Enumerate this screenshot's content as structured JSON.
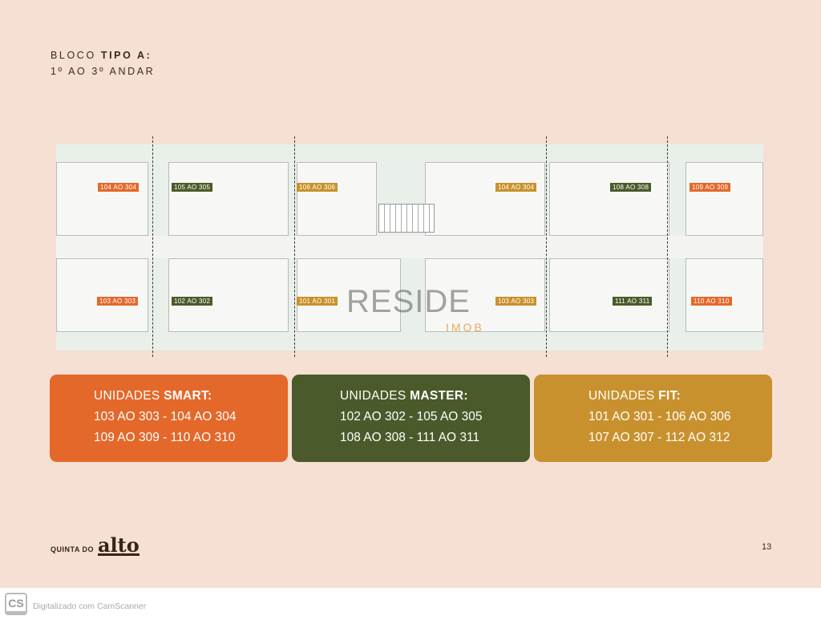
{
  "header": {
    "line1_prefix": "BLOCO ",
    "line1_bold": "TIPO A:",
    "line2": "1º AO 3º ANDAR"
  },
  "plan": {
    "top_units": [
      {
        "label": "104 AO 304",
        "type": "smart"
      },
      {
        "label": "105 AO 305",
        "type": "master"
      },
      {
        "label": "106 AO 306",
        "type": "fit"
      },
      {
        "label": "104 AO 304",
        "type": "fit"
      },
      {
        "label": "108 AO 308",
        "type": "master"
      },
      {
        "label": "109 AO 309",
        "type": "smart"
      }
    ],
    "bottom_units": [
      {
        "label": "103 AO 303",
        "type": "smart"
      },
      {
        "label": "102 AO 302",
        "type": "master"
      },
      {
        "label": "101 AO 301",
        "type": "fit"
      },
      {
        "label": "103 AO 303",
        "type": "fit"
      },
      {
        "label": "111 AO 311",
        "type": "master"
      },
      {
        "label": "110 AO 310",
        "type": "smart"
      }
    ],
    "watermark": {
      "main": "RESIDE",
      "sub": "IMOB"
    }
  },
  "legend": [
    {
      "prefix": "UNIDADES ",
      "bold": "SMART:",
      "line1": "103 AO 303 - 104 AO 304",
      "line2": "109 AO 309 - 110 AO 310",
      "color": "#e4682a"
    },
    {
      "prefix": "UNIDADES ",
      "bold": "MASTER:",
      "line1": "102 AO 302 - 105 AO 305",
      "line2": "108 AO 308 - 111 AO 311",
      "color": "#4b5a2a"
    },
    {
      "prefix": "UNIDADES ",
      "bold": "FIT:",
      "line1": "101 AO 301 - 106 AO 306",
      "line2": "107 AO 307 - 112 AO 312",
      "color": "#c9912d"
    }
  ],
  "footer": {
    "brand_small": "QUINTA DO",
    "brand_big": "alto",
    "page_number": "13"
  },
  "scanner": {
    "icon": "CS",
    "text": "Digitalizado com CamScanner"
  }
}
